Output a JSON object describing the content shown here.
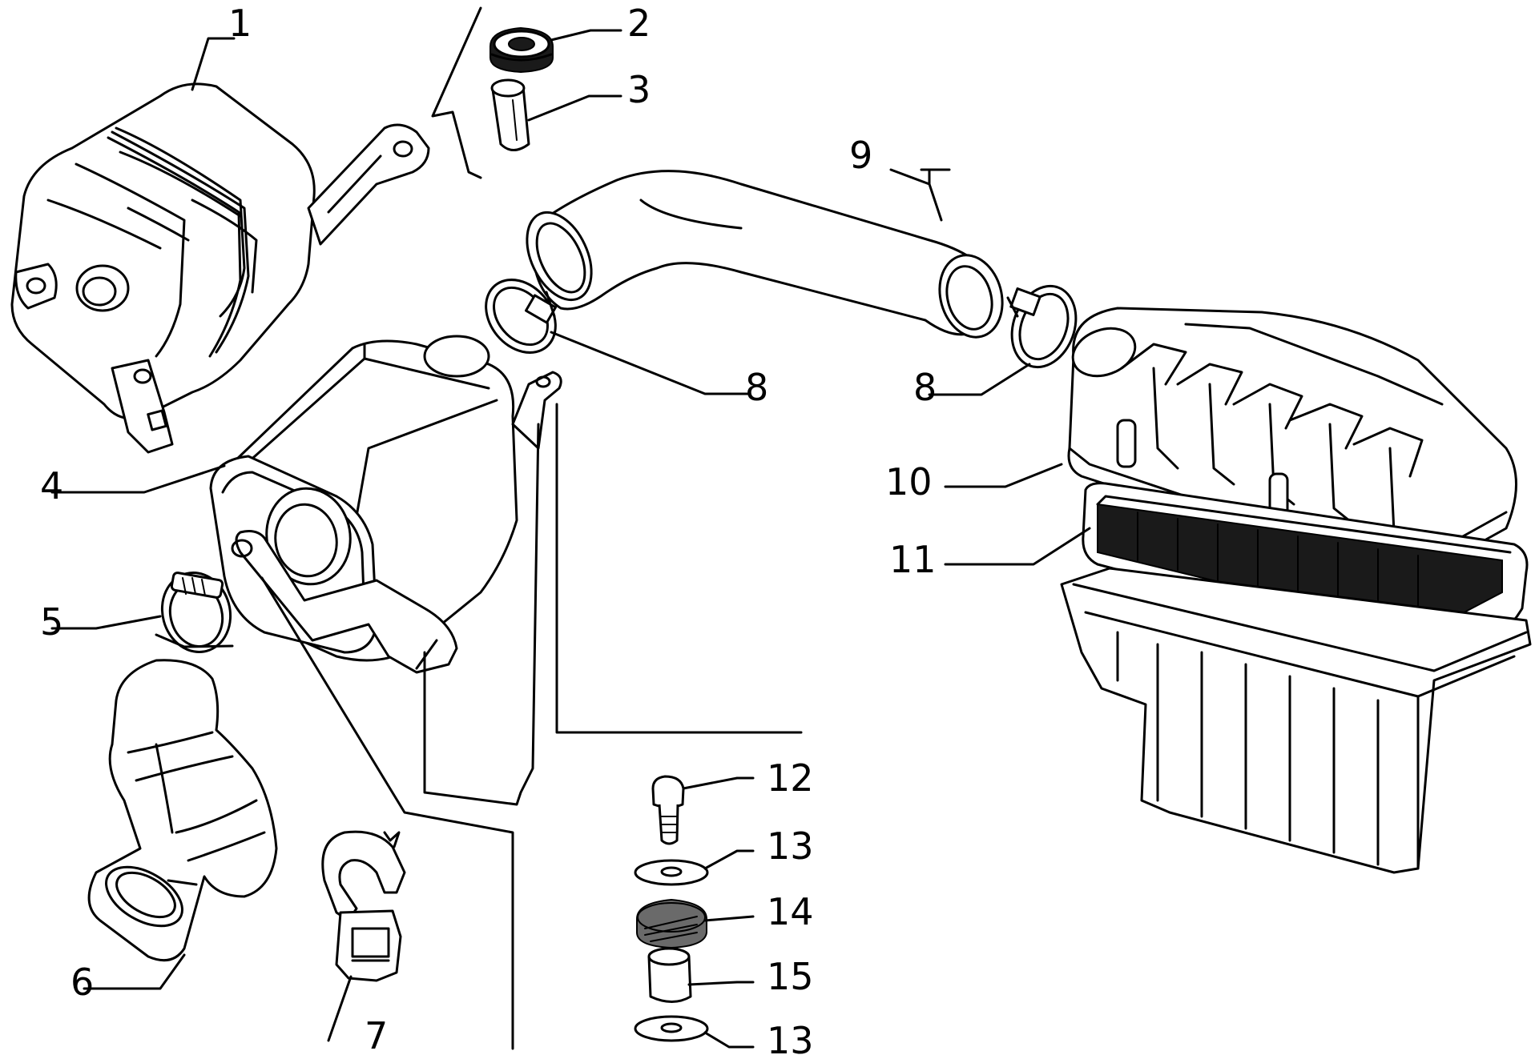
{
  "callouts": [
    {
      "id": "c1",
      "text": "1"
    },
    {
      "id": "c2",
      "text": "2"
    },
    {
      "id": "c3",
      "text": "3"
    },
    {
      "id": "c4",
      "text": "4"
    },
    {
      "id": "c5",
      "text": "5"
    },
    {
      "id": "c6",
      "text": "6"
    },
    {
      "id": "c7",
      "text": "7"
    },
    {
      "id": "c8a",
      "text": "8"
    },
    {
      "id": "c8b",
      "text": "8"
    },
    {
      "id": "c9",
      "text": "9"
    },
    {
      "id": "c10",
      "text": "10"
    },
    {
      "id": "c11",
      "text": "11"
    },
    {
      "id": "c12",
      "text": "12"
    },
    {
      "id": "c13a",
      "text": "13"
    },
    {
      "id": "c14",
      "text": "14"
    },
    {
      "id": "c15",
      "text": "15"
    },
    {
      "id": "c13b",
      "text": "13"
    }
  ]
}
